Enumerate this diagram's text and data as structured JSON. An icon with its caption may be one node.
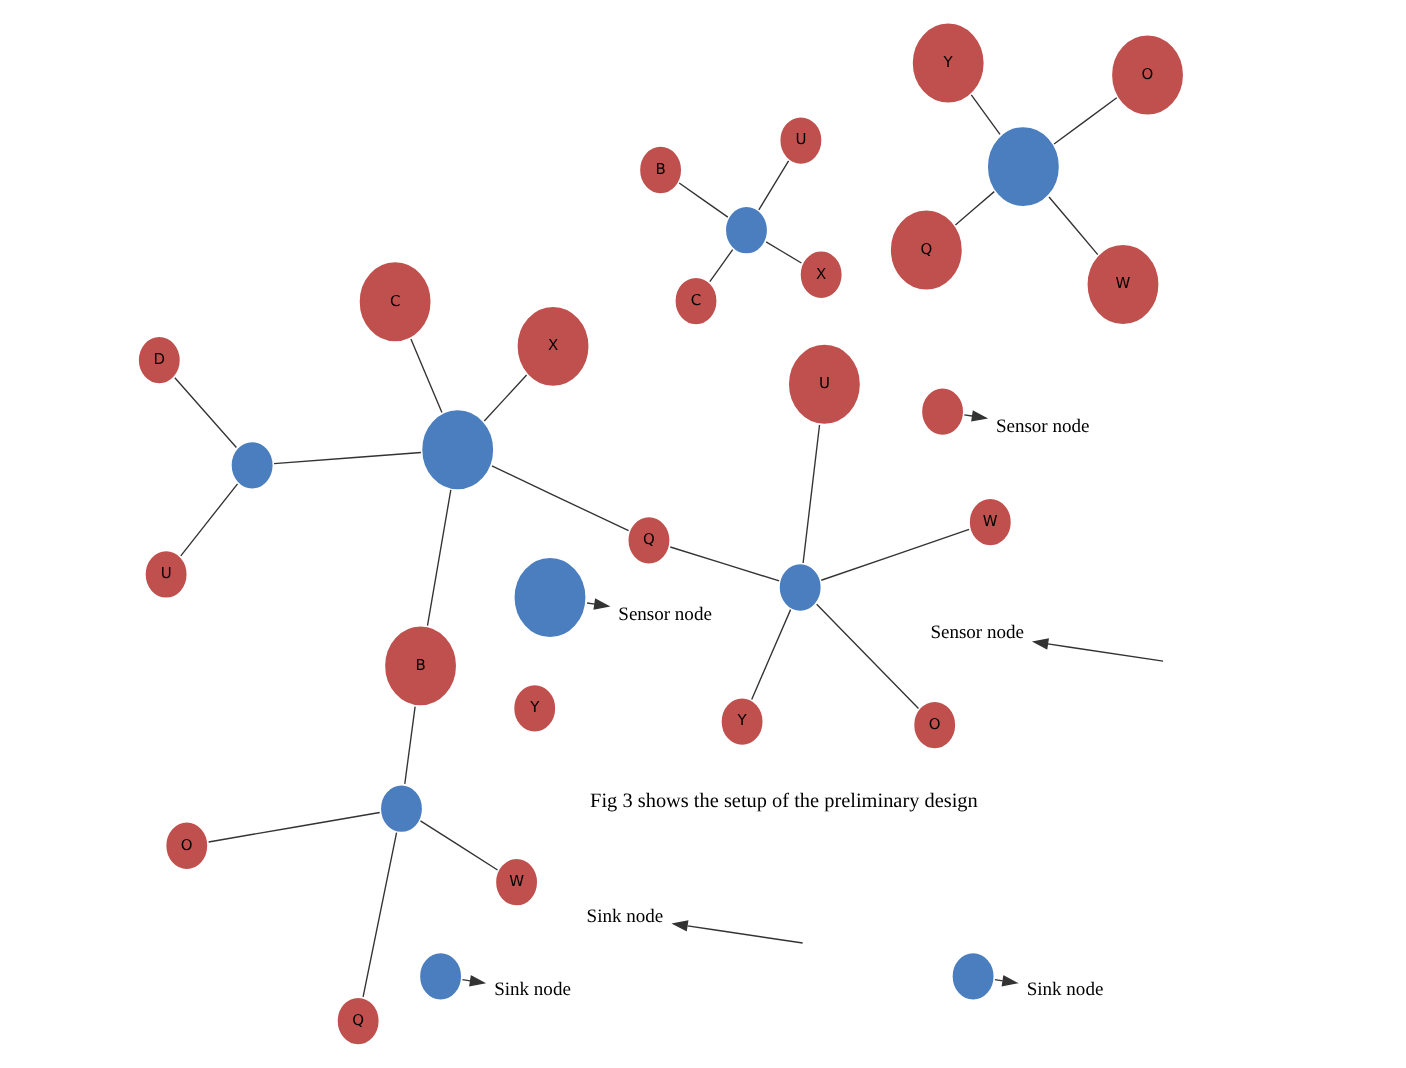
{
  "diagram": {
    "nodes": [
      {
        "text": [],
        "shape": "circle"
      },
      {
        "text": [
          "X"
        ]
      },
      {
        "text": [
          "C"
        ]
      },
      {
        "text": [
          "B"
        ]
      },
      {
        "text": [],
        "shape": "circle"
      },
      {
        "text": [
          "D"
        ]
      },
      {
        "text": [
          "U"
        ]
      },
      {
        "text": [
          "Q"
        ]
      },
      {
        "text": [
          "Q"
        ]
      },
      {
        "text": [
          "W"
        ]
      },
      {
        "text": [],
        "shape": "circle"
      },
      {
        "text": [
          "Y"
        ]
      },
      {
        "text": [
          "O"
        ]
      },
      {
        "text": [],
        "shape": "circle"
      },
      {
        "text": [
          "X"
        ]
      },
      {
        "text": [
          "C"
        ]
      },
      {
        "text": [
          "B"
        ]
      },
      {
        "text": [
          "U"
        ]
      },
      {
        "text": [
          "W"
        ]
      },
      {
        "text": [
          "U"
        ]
      },
      {
        "text": [],
        "shape": "circle"
      },
      {
        "text": [
          "Y"
        ]
      },
      {
        "text": [
          "O"
        ]
      },
      {
        "text": [
          "Q"
        ]
      },
      {
        "text": [
          "W"
        ]
      },
      {
        "text": [],
        "shape": "circle"
      },
      {
        "text": [
          "Y"
        ]
      },
      {
        "text": [
          "O"
        ]
      },
      {
        "text": [],
        "shape": "circle"
      },
      {
        "text": [
          "Sink node"
        ]
      },
      {
        "text": [],
        "shape": "circle"
      },
      {
        "text": [
          "Sensor node"
        ]
      },
      {
        "text": [],
        "shape": "circle"
      },
      {
        "text": [
          "Sink node"
        ]
      },
      {
        "text": [],
        "shape": "circle"
      },
      {
        "text": [
          "Sensor node"
        ]
      },
      {
        "text": [
          "Sink node"
        ]
      },
      {
        "text": [
          "Sensor node"
        ]
      }
    ],
    "edges": [
      {
        "from": 0,
        "to": 1,
        "arrow": "none"
      },
      {
        "from": 0,
        "to": 2,
        "arrow": "none"
      },
      {
        "from": 0,
        "to": 3,
        "arrow": "none"
      },
      {
        "from": 0,
        "to": 4,
        "arrow": "none"
      },
      {
        "from": 0,
        "to": 7,
        "arrow": "none"
      },
      {
        "from": 4,
        "to": 5,
        "arrow": "none"
      },
      {
        "from": 4,
        "to": 6,
        "arrow": "none"
      },
      {
        "from": 10,
        "to": 8,
        "arrow": "none"
      },
      {
        "from": 10,
        "to": 9,
        "arrow": "none"
      },
      {
        "from": 10,
        "to": 3,
        "arrow": "none"
      },
      {
        "from": 10,
        "to": 12,
        "arrow": "none"
      },
      {
        "from": 13,
        "to": 14,
        "arrow": "none"
      },
      {
        "from": 13,
        "to": 15,
        "arrow": "none"
      },
      {
        "from": 13,
        "to": 16,
        "arrow": "none"
      },
      {
        "from": 13,
        "to": 17,
        "arrow": "none"
      },
      {
        "from": 20,
        "to": 7,
        "arrow": "none"
      },
      {
        "from": 20,
        "to": 18,
        "arrow": "none"
      },
      {
        "from": 20,
        "to": 19,
        "arrow": "none"
      },
      {
        "from": 20,
        "to": 21,
        "arrow": "none"
      },
      {
        "from": 20,
        "to": 22,
        "arrow": "none"
      },
      {
        "from": 25,
        "to": 23,
        "arrow": "none"
      },
      {
        "from": 25,
        "to": 24,
        "arrow": "none"
      },
      {
        "from": 25,
        "to": 26,
        "arrow": "none"
      },
      {
        "from": 25,
        "to": 27,
        "arrow": "none"
      },
      {
        "from": 28,
        "to": 29,
        "arrow": "to"
      },
      {
        "from": 30,
        "to": 31,
        "arrow": "to"
      },
      {
        "from": 32,
        "to": 33,
        "arrow": "to"
      },
      {
        "from": 34,
        "to": 35,
        "arrow": "to"
      },
      {
        "from": null,
        "to": 36,
        "arrow": "to"
      },
      {
        "from": null,
        "to": 37,
        "arrow": "to"
      }
    ],
    "labels": [
      "Fig 3 shows the setup of the preliminary design"
    ]
  }
}
